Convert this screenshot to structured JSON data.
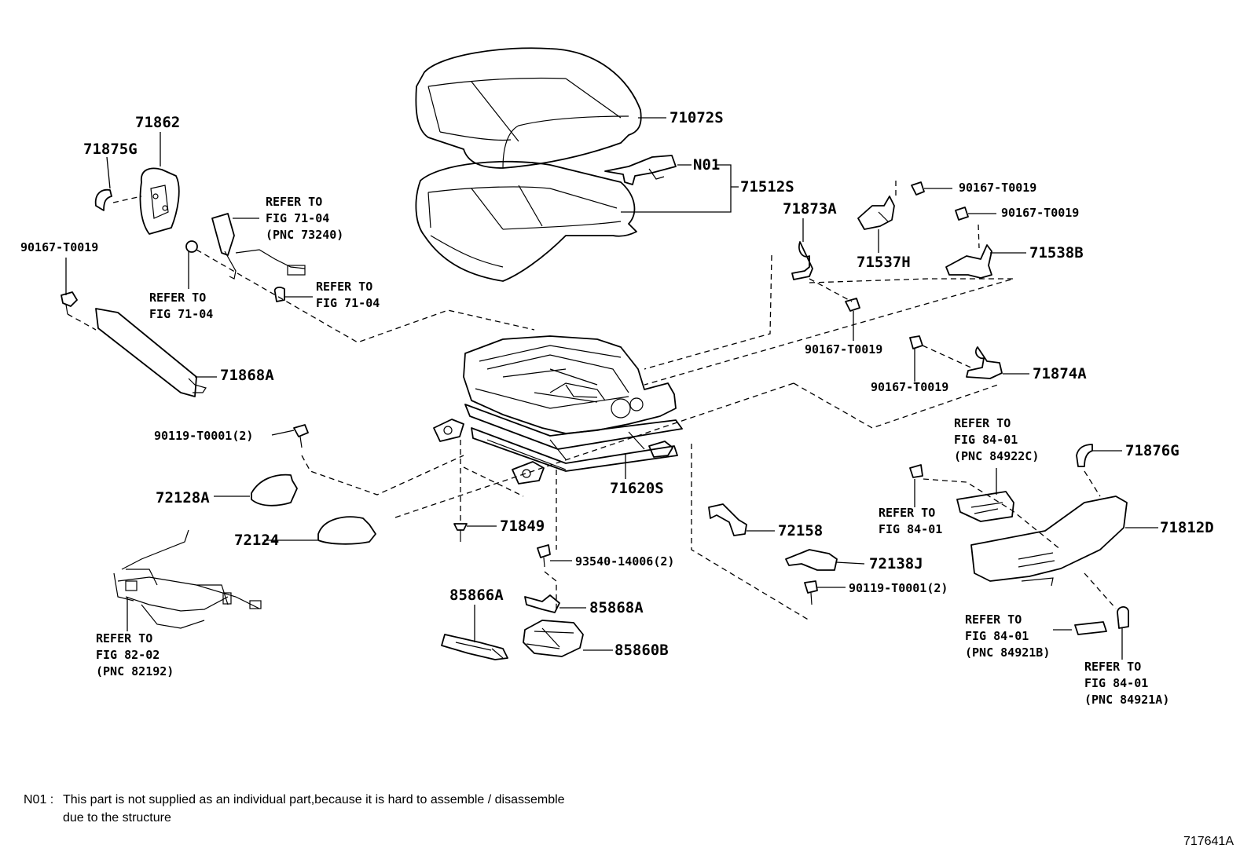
{
  "labels": {
    "p71072S": "71072S",
    "pN01": "N01",
    "p71512S": "71512S",
    "p71862": "71862",
    "p71875G": "71875G",
    "p90167_a": "90167-T0019",
    "p71868A": "71868A",
    "ref7104_a_1": "REFER TO",
    "ref7104_a_2": "FIG 71-04",
    "ref7104_a_3": "(PNC 73240)",
    "ref7104_b_1": "REFER TO",
    "ref7104_b_2": "FIG 71-04",
    "ref7104_c_1": "REFER TO",
    "ref7104_c_2": "FIG 71-04",
    "p71873A": "71873A",
    "p71537H": "71537H",
    "p90167_b": "90167-T0019",
    "p90167_c": "90167-T0019",
    "p71538B": "71538B",
    "p90167_d": "90167-T0019",
    "p90167_e": "90167-T0019",
    "p71874A": "71874A",
    "p90119_a": "90119-T0001(2)",
    "p72128A": "72128A",
    "p72124": "72124",
    "p71620S": "71620S",
    "p71849": "71849",
    "p93540": "93540-14006(2)",
    "p85866A": "85866A",
    "p85868A": "85868A",
    "p85860B": "85860B",
    "ref8202_1": "REFER TO",
    "ref8202_2": "FIG 82-02",
    "ref8202_3": "(PNC 82192)",
    "p72158": "72158",
    "p72138J": "72138J",
    "p90119_b": "90119-T0001(2)",
    "ref8401_a_1": "REFER TO",
    "ref8401_a_2": "FIG 84-01",
    "ref8401_a_3": "(PNC 84922C)",
    "ref8401_b_1": "REFER TO",
    "ref8401_b_2": "FIG 84-01",
    "p71876G": "71876G",
    "p71812D": "71812D",
    "ref8401_c_1": "REFER TO",
    "ref8401_c_2": "FIG 84-01",
    "ref8401_c_3": "(PNC 84921B)",
    "ref8401_d_1": "REFER TO",
    "ref8401_d_2": "FIG 84-01",
    "ref8401_d_3": "(PNC 84921A)"
  },
  "footnote": {
    "code": "N01 :",
    "line1": "This part is not supplied as an individual part,because it is hard to assemble / disassemble",
    "line2": "due to the structure"
  },
  "figure_id": "717641A"
}
